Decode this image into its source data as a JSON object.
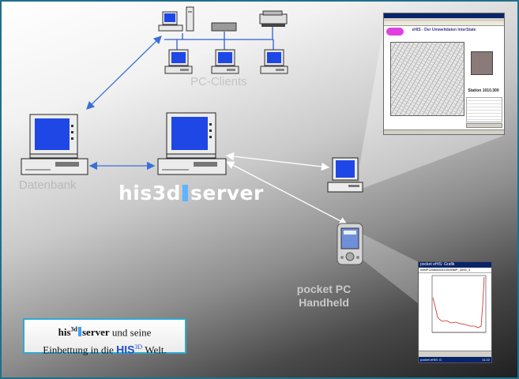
{
  "labels": {
    "pc_clients": "PC-Clients",
    "datenbank": "Datenbank",
    "server_prefix": "his3d",
    "server_suffix": "server",
    "pocket_line1": "pocket PC",
    "pocket_line2": "Handheld"
  },
  "caption": {
    "his_small": "his",
    "sup_3d": "3d",
    "server_word": "server",
    "line1_rest": " und seine",
    "line2_prefix": "Einbettung in die ",
    "his_big": "HIS",
    "sup_3D": "3D",
    "line2_suffix": " Welt."
  },
  "browser_screenshot": {
    "heading": "eHIS - Der Umweltdaten InterState",
    "station": "Station 1010.300"
  },
  "ppc_screenshot": {
    "title": "pocket eHIS: Grafik",
    "subtitle": "08MP2208800/5100/08MP_2000_3",
    "taskbar": "pocket eHIS: G",
    "time": "11:22"
  },
  "colors": {
    "arrow_blue": "#3a6fd8",
    "arrow_white": "#ffffff",
    "screen_blue": "#1f47e6",
    "caption_border": "#33a9cf"
  }
}
